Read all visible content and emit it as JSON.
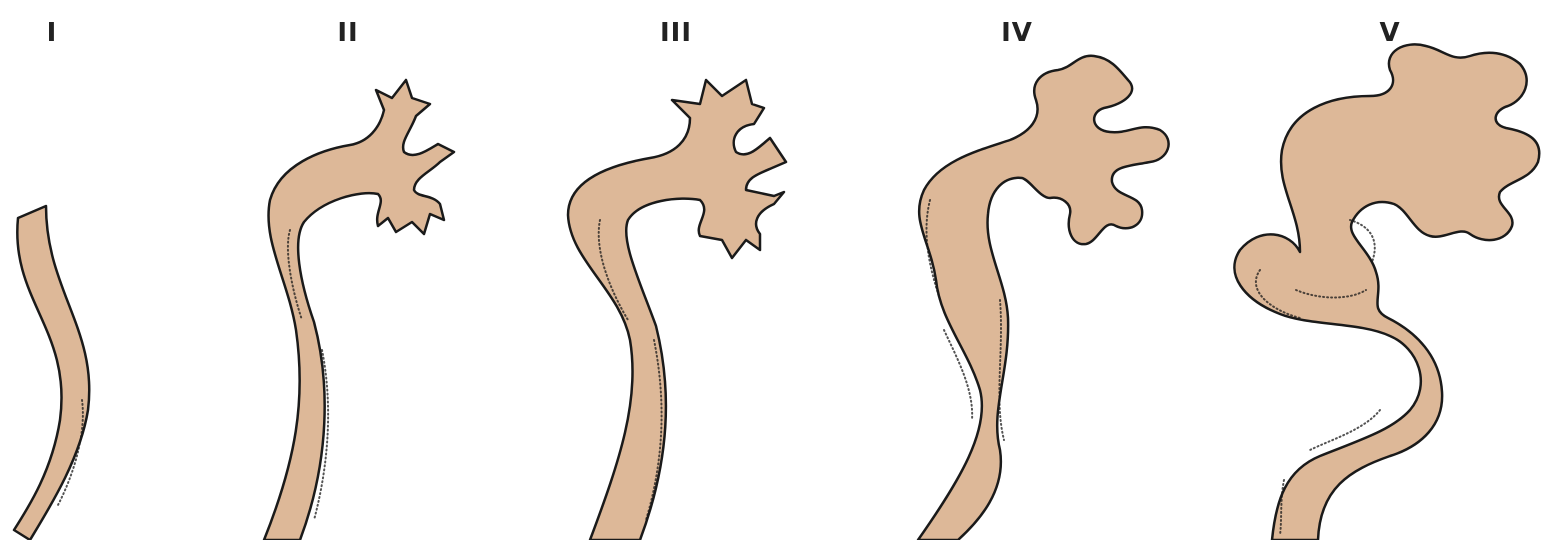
{
  "colors": {
    "fill": "#DDB898",
    "outline": "#1A1A1A",
    "background": "#FFFFFF"
  },
  "stages": [
    {
      "id": "I",
      "label": "I"
    },
    {
      "id": "II",
      "label": "II"
    },
    {
      "id": "III",
      "label": "III"
    },
    {
      "id": "IV",
      "label": "IV"
    },
    {
      "id": "V",
      "label": "V"
    }
  ]
}
